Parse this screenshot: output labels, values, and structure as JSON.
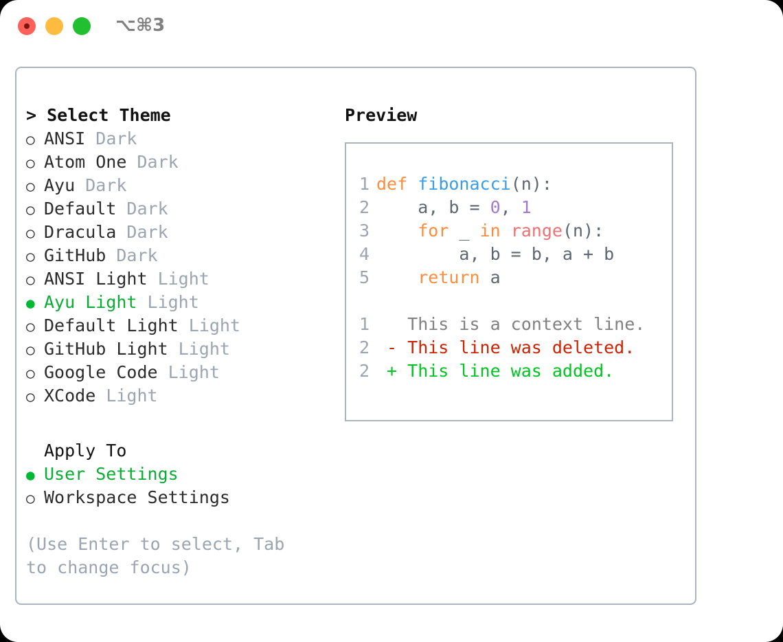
{
  "titlebar": {
    "shortcut": "⌥⌘3",
    "buttons": [
      {
        "name": "close",
        "color": "#fc6058"
      },
      {
        "name": "minimize",
        "color": "#fdbc40"
      },
      {
        "name": "maximize",
        "color": "#21c030"
      }
    ]
  },
  "theme_picker": {
    "header": "> Select Theme",
    "items": [
      {
        "marker": "○",
        "label": "ANSI",
        "variant": "Dark",
        "selected": false
      },
      {
        "marker": "○",
        "label": "Atom One",
        "variant": "Dark",
        "selected": false
      },
      {
        "marker": "○",
        "label": "Ayu",
        "variant": "Dark",
        "selected": false
      },
      {
        "marker": "○",
        "label": "Default",
        "variant": "Dark",
        "selected": false
      },
      {
        "marker": "○",
        "label": "Dracula",
        "variant": "Dark",
        "selected": false
      },
      {
        "marker": "○",
        "label": "GitHub",
        "variant": "Dark",
        "selected": false
      },
      {
        "marker": "○",
        "label": "ANSI Light",
        "variant": "Light",
        "selected": false
      },
      {
        "marker": "●",
        "label": "Ayu Light",
        "variant": "Light",
        "selected": true
      },
      {
        "marker": "○",
        "label": "Default Light",
        "variant": "Light",
        "selected": false
      },
      {
        "marker": "○",
        "label": "GitHub Light",
        "variant": "Light",
        "selected": false
      },
      {
        "marker": "○",
        "label": "Google Code",
        "variant": "Light",
        "selected": false
      },
      {
        "marker": "○",
        "label": "XCode",
        "variant": "Light",
        "selected": false
      }
    ]
  },
  "apply_to": {
    "header": "Apply To",
    "items": [
      {
        "marker": "●",
        "label": "User Settings",
        "selected": true
      },
      {
        "marker": "○",
        "label": "Workspace Settings",
        "selected": false
      }
    ]
  },
  "hint": "(Use Enter to select, Tab to change focus)",
  "preview": {
    "title": "Preview",
    "code_lines": [
      {
        "number": "1",
        "tokens": [
          {
            "text": "def ",
            "type": "kw"
          },
          {
            "text": "fibonacci",
            "type": "fn"
          },
          {
            "text": "(n):",
            "type": "pl"
          }
        ]
      },
      {
        "number": "2",
        "tokens": [
          {
            "text": "    a, b = ",
            "type": "pl"
          },
          {
            "text": "0",
            "type": "num"
          },
          {
            "text": ", ",
            "type": "pl"
          },
          {
            "text": "1",
            "type": "num"
          }
        ]
      },
      {
        "number": "3",
        "tokens": [
          {
            "text": "    ",
            "type": "pl"
          },
          {
            "text": "for",
            "type": "kw"
          },
          {
            "text": " _ ",
            "type": "pl"
          },
          {
            "text": "in",
            "type": "kw"
          },
          {
            "text": " ",
            "type": "pl"
          },
          {
            "text": "range",
            "type": "bi"
          },
          {
            "text": "(n):",
            "type": "pl"
          }
        ]
      },
      {
        "number": "4",
        "tokens": [
          {
            "text": "        a, b = b, a + b",
            "type": "pl"
          }
        ]
      },
      {
        "number": "5",
        "tokens": [
          {
            "text": "    ",
            "type": "pl"
          },
          {
            "text": "return",
            "type": "kw"
          },
          {
            "text": " a",
            "type": "pl"
          }
        ]
      }
    ],
    "diff_lines": [
      {
        "number": "1",
        "text": "   This is a context line.",
        "type": "ctx"
      },
      {
        "number": "2",
        "text": " - This line was deleted.",
        "type": "del"
      },
      {
        "number": "2",
        "text": " + This line was added.",
        "type": "add"
      }
    ]
  },
  "colors": {
    "selected_green": "#0aad33",
    "muted_gray": "#9aa5b1",
    "border": "#aab3c0",
    "keyword": "#fa8d3e",
    "function": "#399ee6",
    "number": "#a37acc",
    "builtin": "#f07171",
    "plain": "#5c6773",
    "diff_context": "#808080",
    "diff_deleted": "#cc2200",
    "diff_added": "#00c421"
  }
}
